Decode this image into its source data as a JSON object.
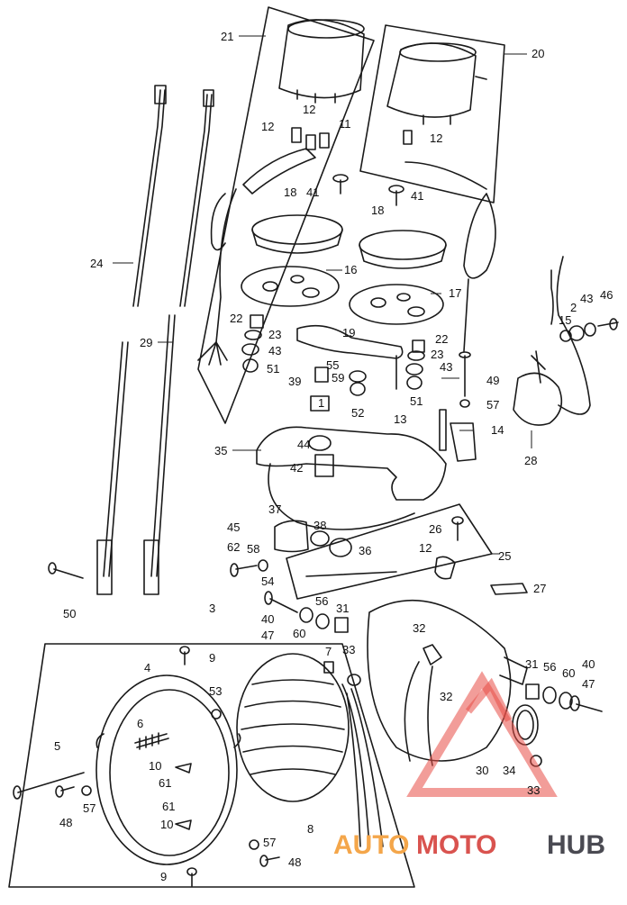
{
  "labels": {
    "n1": "1",
    "n2": "2",
    "n3": "3",
    "n4": "4",
    "n5": "5",
    "n6": "6",
    "n7": "7",
    "n8": "8",
    "n9a": "9",
    "n9b": "9",
    "n10a": "10",
    "n10b": "10",
    "n11": "11",
    "n12a": "12",
    "n12b": "12",
    "n12c": "12",
    "n12d": "12",
    "n13": "13",
    "n14": "14",
    "n15": "15",
    "n16": "16",
    "n17": "17",
    "n18a": "18",
    "n18b": "18",
    "n19": "19",
    "n20": "20",
    "n21": "21",
    "n22a": "22",
    "n22b": "22",
    "n23a": "23",
    "n23b": "23",
    "n24": "24",
    "n25": "25",
    "n26": "26",
    "n27": "27",
    "n28": "28",
    "n29": "29",
    "n30": "30",
    "n31a": "31",
    "n31b": "31",
    "n32a": "32",
    "n32b": "32",
    "n33a": "33",
    "n33b": "33",
    "n34": "34",
    "n35": "35",
    "n36": "36",
    "n37": "37",
    "n38": "38",
    "n39": "39",
    "n40a": "40",
    "n40b": "40",
    "n41a": "41",
    "n41b": "41",
    "n42": "42",
    "n43a": "43",
    "n43b": "43",
    "n43c": "43",
    "n44": "44",
    "n45": "45",
    "n46": "46",
    "n47a": "47",
    "n47b": "47",
    "n48a": "48",
    "n48b": "48",
    "n49": "49",
    "n50": "50",
    "n51a": "51",
    "n51b": "51",
    "n52": "52",
    "n53": "53",
    "n54": "54",
    "n55": "55",
    "n56a": "56",
    "n56b": "56",
    "n57a": "57",
    "n57b": "57",
    "n57c": "57",
    "n58": "58",
    "n59": "59",
    "n60a": "60",
    "n60b": "60",
    "n61a": "61",
    "n61b": "61",
    "n62": "62"
  },
  "watermark": {
    "part1": "AUTO",
    "part2": "MOTO",
    "part3": "HUB"
  },
  "colors": {
    "line": "#1a1a1a",
    "watermark_orange": "#f4a64a",
    "watermark_red": "#d9534f",
    "watermark_dark": "#4a4a52"
  }
}
